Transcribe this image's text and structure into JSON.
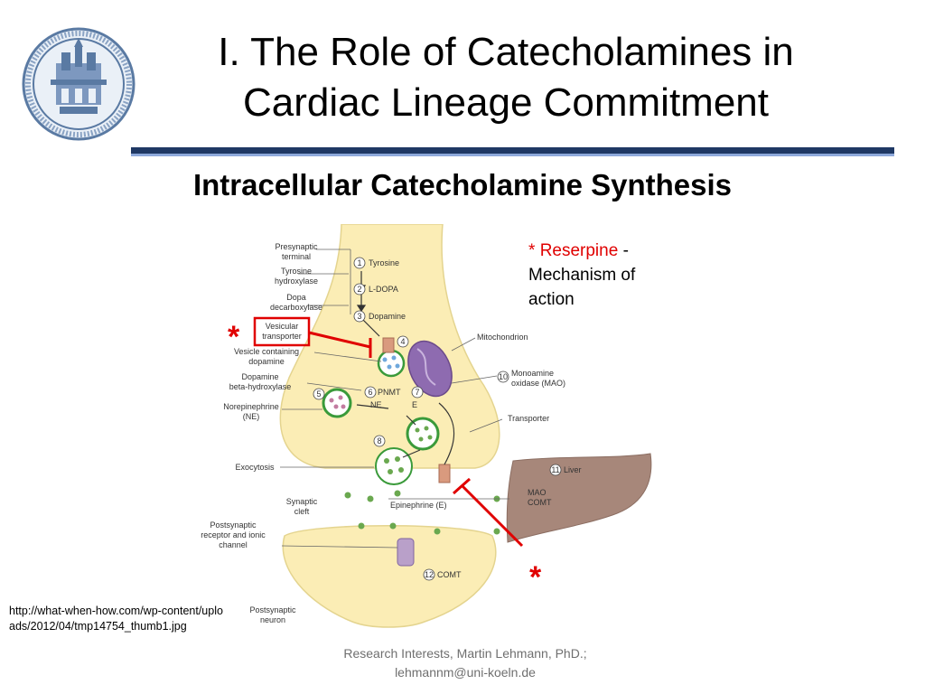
{
  "slide": {
    "title": "I. The Role of Catecholamines in Cardiac Lineage Commitment",
    "title_line1": "I. The Role of Catecholamines in",
    "title_line2": "Cardiac Lineage Commitment",
    "subtitle": "Intracellular Catecholamine Synthesis",
    "note_star": "*",
    "note_drug": "Reserpine",
    "note_rest": " - Mechanism of action",
    "source_url": "http://what-when-how.com/wp-content/uploads/2012/04/tmp14754_thumb1.jpg",
    "footer_line1": "Research Interests, Martin Lehmann, PhD.;",
    "footer_line2": "lehmannm@uni-koeln.de"
  },
  "diagram": {
    "labels": {
      "presynaptic": [
        "Presynaptic",
        "terminal"
      ],
      "tyrosine_hydroxylase": [
        "Tyrosine",
        "hydroxylase"
      ],
      "dopa_decarboxylase": [
        "Dopa",
        "decarboxylase"
      ],
      "vesicular_transporter": [
        "Vesicular",
        "transporter"
      ],
      "vesicle_dopamine": [
        "Vesicle containing",
        "dopamine"
      ],
      "dopamine_beta": [
        "Dopamine",
        "beta-hydroxylase"
      ],
      "norepinephrine": [
        "Norepinephrine",
        "(NE)"
      ],
      "exocytosis": "Exocytosis",
      "synaptic_cleft": [
        "Synaptic",
        "cleft"
      ],
      "postsynaptic_receptor": [
        "Postsynaptic",
        "receptor and ionic",
        "channel"
      ],
      "postsynaptic_neuron": [
        "Postsynaptic",
        "neuron"
      ],
      "tyrosine": "Tyrosine",
      "ldopa": "L-DOPA",
      "dopamine": "Dopamine",
      "pnmt": "PNMT",
      "ne": "NE",
      "e": "E",
      "epinephrine": "Epinephrine (E)",
      "mitochondrion": "Mitochondrion",
      "mao_enzyme": [
        "Monoamine",
        "oxidase (MAO)"
      ],
      "transporter": "Transporter",
      "liver": "Liver",
      "mao": "MAO",
      "comt_liver": "COMT",
      "comt": "COMT",
      "steps": [
        "1",
        "2",
        "3",
        "4",
        "5",
        "6",
        "7",
        "8",
        "10",
        "11",
        "12"
      ],
      "star": "*"
    },
    "colors": {
      "cell_fill": "#fbedb5",
      "vesicle_ring": "#3a9a3a",
      "liver": "#a7877a",
      "mitochondrion": "#8e6bb0",
      "receptor": "#b9a0c9",
      "transporter": "#d99a7e",
      "reserpine_red": "#e00000",
      "title_rule": "#1f3864"
    },
    "icons": [
      "university-seal-icon"
    ]
  }
}
